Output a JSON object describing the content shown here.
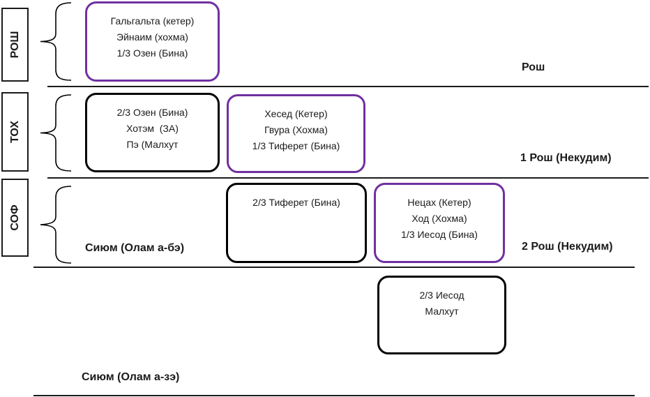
{
  "side_labels": {
    "rosh": "РОШ",
    "toh": "ТОХ",
    "sof": "СОФ"
  },
  "boxes": {
    "rosh_top": [
      "Гальгальта (кетер)",
      "Эйнаим (хохма)",
      "1/3 Озен (Бина)"
    ],
    "toh_left": [
      "2/3 Озен (Бина)",
      "Хотэм  (ЗА)",
      "Пэ (Малхут"
    ],
    "toh_middle": [
      "Хесед (Кетер)",
      "Гвура (Хохма)",
      "1/3 Тиферет (Бина)"
    ],
    "sof_middle": [
      "2/3 Тиферет (Бина)"
    ],
    "sof_right": [
      "Нецах (Кетер)",
      "Ход (Хохма)",
      "1/3 Иесод (Бина)"
    ],
    "bottom": [
      "2/3 Иесод",
      "Малхут"
    ]
  },
  "line_labels": {
    "rosh": "Рош",
    "rosh_1": "1 Рош (Некудим)",
    "rosh_2": "2 Рош (Некудим)",
    "siyum_be": "Сиюм (Олам а-бэ)",
    "siyum_ze": "Сиюм (Олам а-зэ)"
  },
  "colors": {
    "purple_border": "#7030a0",
    "black_border": "#000000"
  }
}
